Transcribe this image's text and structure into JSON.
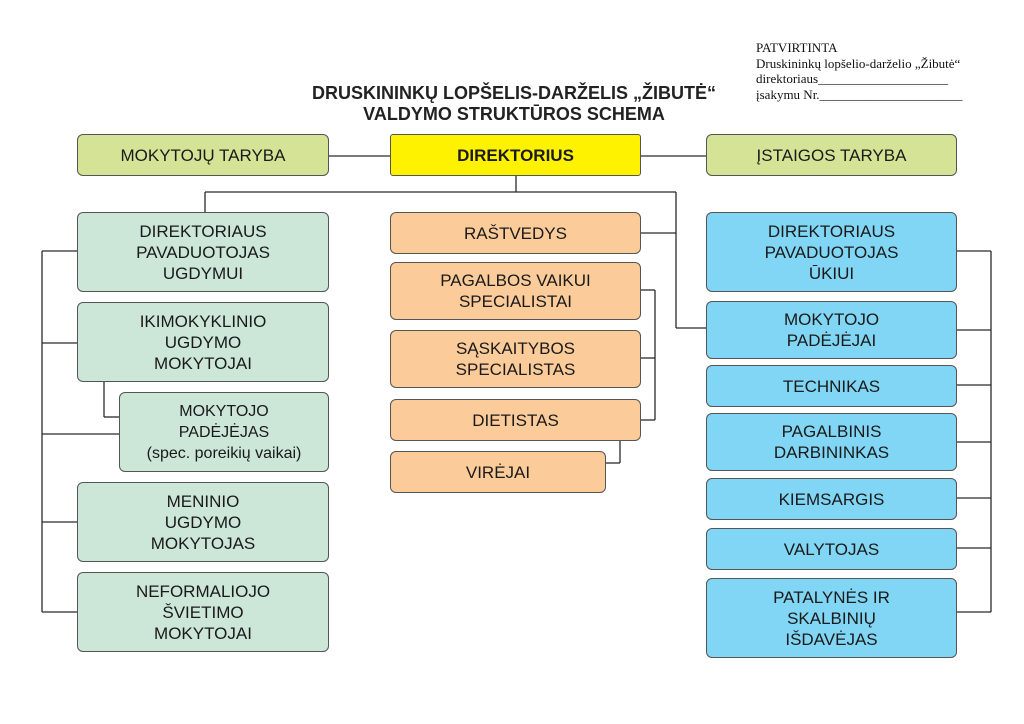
{
  "approval": {
    "line1": "PATVIRTINTA",
    "line2": "Druskininkų lopšelio-darželio „Žibutė“",
    "line3": "direktoriaus____________________",
    "line4": "įsakymu Nr.______________________"
  },
  "header": {
    "title_line1": "DRUSKININKŲ LOPŠELIS-DARŽELIS „ŽIBUTĖ“",
    "title_line2": "VALDYMO STRUKTŪROS SCHEMA"
  },
  "top": {
    "teachers_council": "MOKYTOJŲ TARYBA",
    "director": "DIREKTORIUS",
    "institution_council": "ĮSTAIGOS TARYBA"
  },
  "left": [
    "DIREKTORIAUS\nPAVADUOTOJAS\nUGDYMUI",
    "IKIMOKYKLINIO\nUGDYMO\nMOKYTOJAI",
    "MOKYTOJO\nPADĖJĖJAS\n(spec. poreikių vaikai)",
    "MENINIO\nUGDYMO\nMOKYTOJAS",
    "NEFORMALIOJO\nŠVIETIMO\nMOKYTOJAI"
  ],
  "center": [
    "RAŠTVEDYS",
    "PAGALBOS VAIKUI\nSPECIALISTAI",
    "SĄSKAITYBOS\nSPECIALISTAS",
    "DIETISTAS",
    "VIRĖJAI"
  ],
  "right": [
    "DIREKTORIAUS\nPAVADUOTOJAS\nŪKIUI",
    "MOKYTOJO\nPADĖJĖJAI",
    "TECHNIKAS",
    "PAGALBINIS\nDARBININKAS",
    "KIEMSARGIS",
    "VALYTOJAS",
    "PATALYNĖS IR\nSKALBINIŲ\nIŠDAVĖJAS"
  ],
  "colors": {
    "council": "#d4e396",
    "director": "#fff200",
    "education_branch": "#cce6d7",
    "support_branch": "#fbcb99",
    "maintenance_branch": "#80d6f4"
  }
}
